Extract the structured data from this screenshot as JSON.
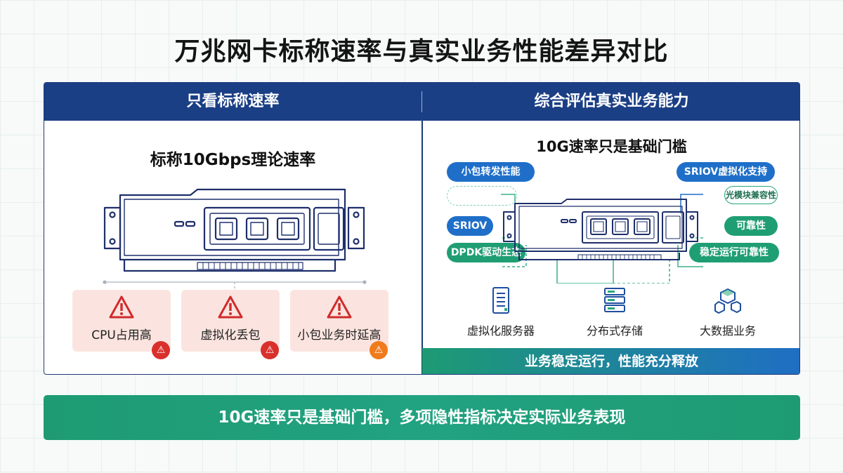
{
  "title": "万兆网卡标称速率与真实业务性能差异对比",
  "left_panel": {
    "header": "只看标称速率",
    "subtitle": "标称10Gbps理论速率",
    "warnings": [
      {
        "label": "CPU占用高",
        "badge_color": "#d9302c"
      },
      {
        "label": "虚拟化丢包",
        "badge_color": "#d9302c"
      },
      {
        "label": "小包业务时延高",
        "badge_color": "#ef7b1c"
      }
    ]
  },
  "right_panel": {
    "header": "综合评估真实业务能力",
    "subtitle": "10G速率只是基础门槛",
    "left_tags": [
      "小包转发性能",
      "SRIOV",
      "DPDK驱动生态"
    ],
    "right_tags": [
      "SRIOV虚拟化支持",
      "光模块兼容性",
      "可靠性",
      "稳定运行可靠性"
    ],
    "services": [
      {
        "label": "虚拟化服务器",
        "icon": "server-icon"
      },
      {
        "label": "分布式存储",
        "icon": "storage-icon"
      },
      {
        "label": "大数据业务",
        "icon": "bigdata-icon"
      }
    ],
    "footer": "业务稳定运行，性能充分释放"
  },
  "conclusion": "10G速率只是基础门槛，多项隐性指标决定实际业务表现",
  "colors": {
    "navy": "#1b3f85",
    "blue": "#1f6fc9",
    "green": "#1f9e74",
    "warn_bg": "#fbe4df",
    "warn_red": "#d9302c"
  }
}
